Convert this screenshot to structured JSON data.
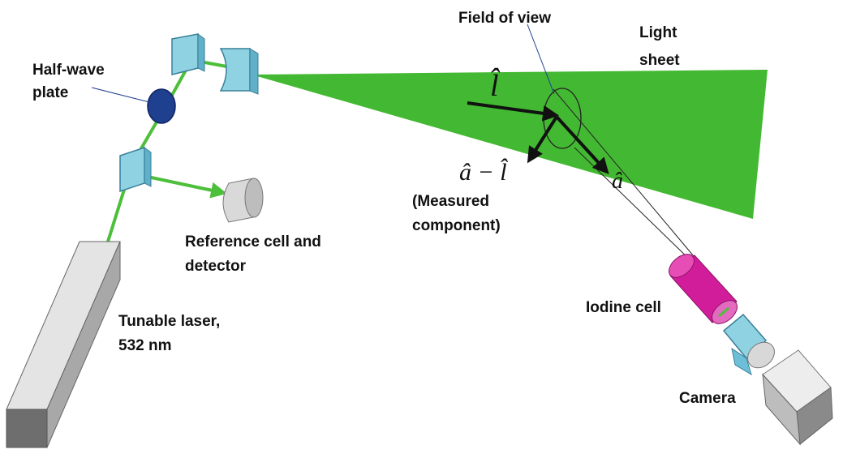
{
  "labels": {
    "half_wave_plate": [
      "Half-wave",
      "plate"
    ],
    "field_of_view": "Field of view",
    "light_sheet": [
      "Light",
      "sheet"
    ],
    "reference_cell": [
      "Reference cell and",
      "detector"
    ],
    "tunable_laser": [
      "Tunable laser,",
      "532 nm"
    ],
    "measured_component": [
      "(Measured",
      "component)"
    ],
    "iodine_cell": "Iodine cell",
    "camera": "Camera"
  },
  "math": {
    "l_hat": "l̂",
    "a_hat": "â",
    "a_minus_l": "â − l̂"
  },
  "colors": {
    "beam_green": "#4dbf3a",
    "sheet_green": "#43b832",
    "optic_blue": "#8fd3e3",
    "optic_edge": "#3a7f99",
    "waveplate_blue": "#1f3f8f",
    "iodine_magenta": "#d21d9b",
    "laser_gray": "#cfcfcf"
  }
}
